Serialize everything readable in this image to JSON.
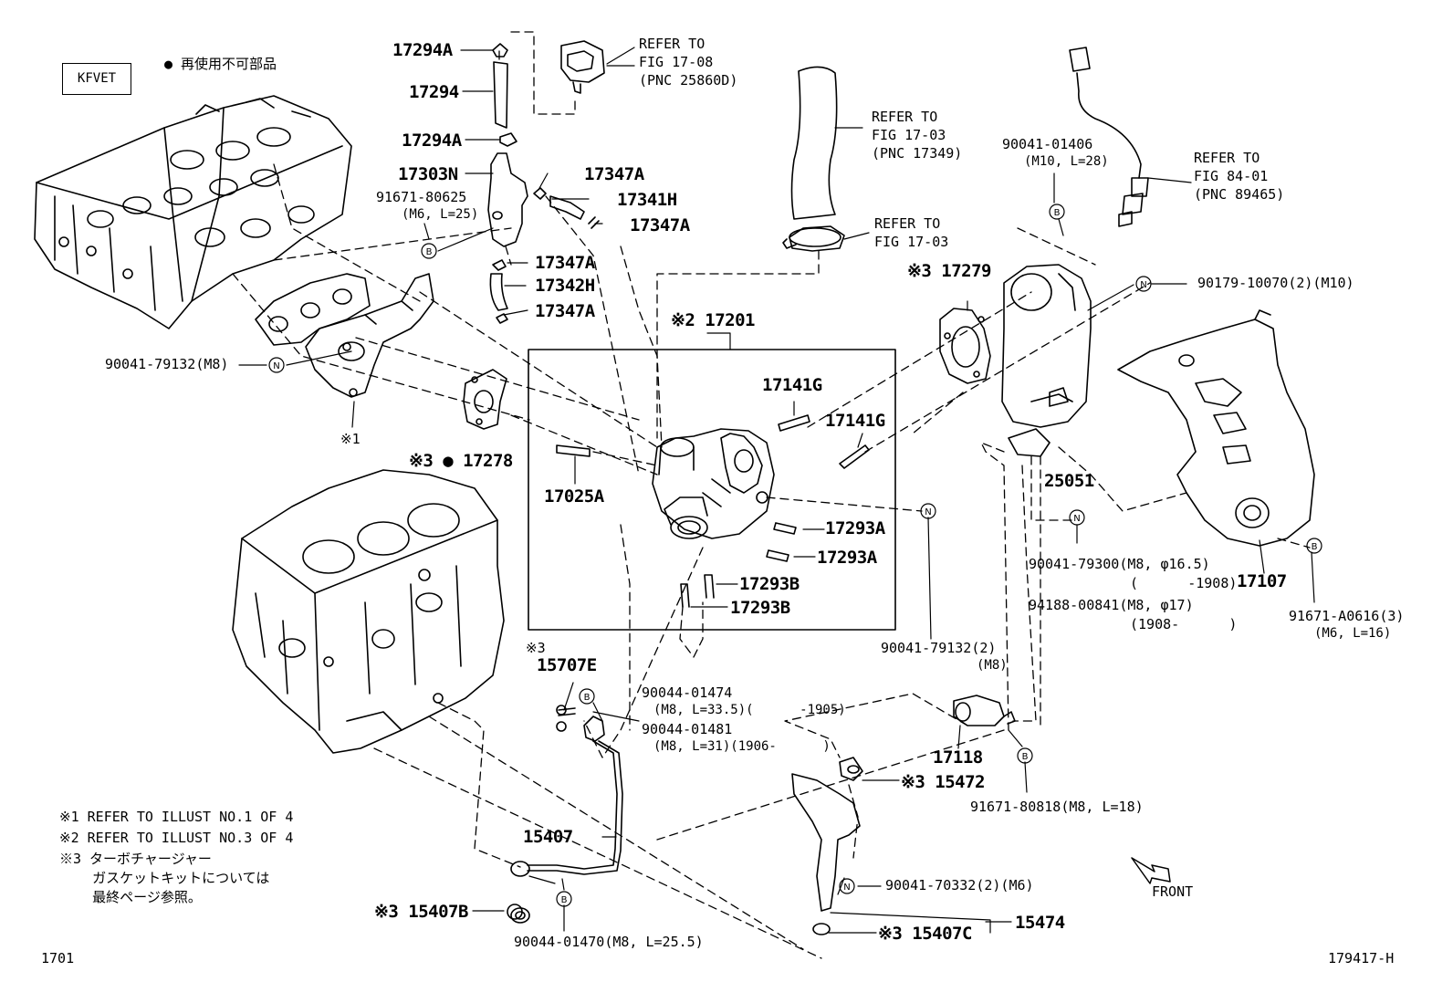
{
  "header": {
    "engine_code": "KFVET",
    "legend_text": "● 再使用不可部品"
  },
  "footer": {
    "page_code": "1701",
    "illust_code": "179417-H"
  },
  "markers": {
    "b": "B",
    "n": "N"
  },
  "callouts": {
    "p17294A_top": "17294A",
    "p17294": "17294",
    "p17294A_mid": "17294A",
    "p17303N": "17303N",
    "p91671_80625": "91671-80625",
    "p91671_80625_spec": "(M6, L=25)",
    "p17347A_1": "17347A",
    "p17341H": "17341H",
    "p17347A_2": "17347A",
    "p17347A_3": "17347A",
    "p17342H": "17342H",
    "p17347A_4": "17347A",
    "p17201": "※2 17201",
    "p17141G_1": "17141G",
    "p17141G_2": "17141G",
    "p17278": "※3 ● 17278",
    "p17025A": "17025A",
    "p17293A_1": "17293A",
    "p17293A_2": "17293A",
    "p17293B_1": "17293B",
    "p17293B_2": "17293B",
    "p90041_79132": "90041-79132(M8)",
    "ref1": "※1",
    "p17279": "※3 17279",
    "p90179_10070": "90179-10070(2)(M10)",
    "p90041_01406": "90041-01406",
    "p90041_01406_spec": "(M10, L=28)",
    "p25051": "25051",
    "p90041_79300": "90041-79300(M8, φ16.5)",
    "p90041_79300_date": "(      -1908)",
    "p94188_00841": "94188-00841(M8, φ17)",
    "p94188_00841_date": "(1908-      )",
    "p17107": "17107",
    "p91671_A0616": "91671-A0616(3)",
    "p91671_A0616_spec": "(M6, L=16)",
    "p90041_79132_2": "90041-79132(2)",
    "p90041_79132_2_spec": "(M8)",
    "p15707E_mark": "※3",
    "p15707E": "15707E",
    "p90044_01474": "90044-01474",
    "p90044_01474_spec": "(M8, L=33.5)(      -1905)",
    "p90044_01481": "90044-01481",
    "p90044_01481_spec": "(M8, L=31)(1906-      )",
    "p17118": "17118",
    "p91671_80818": "91671-80818(M8, L=18)",
    "p15472": "※3 15472",
    "p15407": "15407",
    "p15407B": "※3 15407B",
    "p90044_01470": "90044-01470(M8, L=25.5)",
    "p90041_70332": "90041-70332(2)(M6)",
    "p15474": "15474",
    "p15407C": "※3 15407C"
  },
  "references": {
    "r1": "REFER TO\nFIG 17-08\n(PNC 25860D)",
    "r2": "REFER TO\nFIG 17-03\n(PNC 17349)",
    "r3": "REFER TO\nFIG 17-03",
    "r4": "REFER TO\nFIG 84-01\n(PNC 89465)"
  },
  "notes": {
    "n1": "※1 REFER TO ILLUST NO.1 OF 4",
    "n2": "※2 REFER TO ILLUST NO.3 OF 4",
    "n3": "※3 ターボチャージャー\n    ガスケットキットについては\n    最終ページ参照。"
  },
  "front_label": "FRONT"
}
